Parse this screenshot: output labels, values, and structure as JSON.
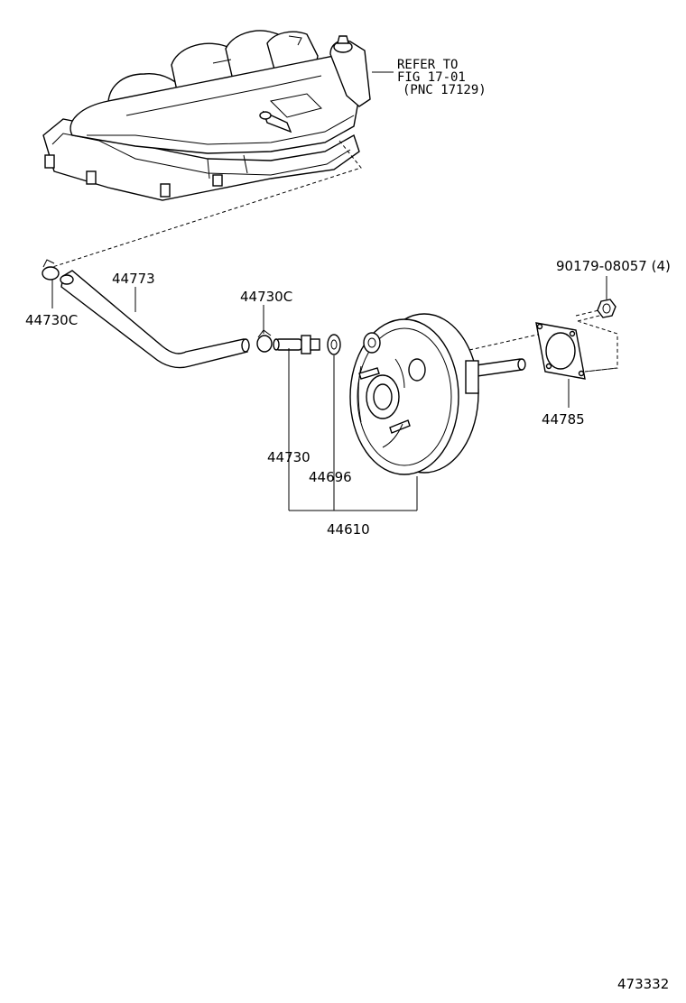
{
  "refer_note": {
    "line1": "REFER TO",
    "line2": "FIG 17-01",
    "line3": "(PNC 17129)"
  },
  "callouts": {
    "clamp_left": "44730C",
    "hose": "44773",
    "clamp_right": "44730C",
    "union": "44730",
    "grommet": "44696",
    "booster_assy": "44610",
    "nut": "90179-08057 (4)",
    "gasket": "44785"
  },
  "figure_number": "473332"
}
